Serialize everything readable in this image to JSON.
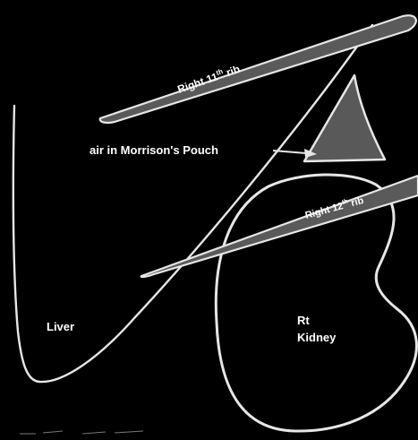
{
  "diagram": {
    "background_color": "#000000",
    "outline_color": "#e6e6e6",
    "rib_fill_color": "#5a5a5a",
    "air_fill_color": "#595959",
    "labels": {
      "rib_11": "Right 11",
      "rib_11_sup": "th",
      "rib_11_suffix": " rib",
      "rib_12": "Right 12",
      "rib_12_sup": "th",
      "rib_12_suffix": " rib",
      "air": "air in Morrison's Pouch",
      "liver": "Liver",
      "kidney_line1": "Rt",
      "kidney_line2": "Kidney"
    }
  }
}
